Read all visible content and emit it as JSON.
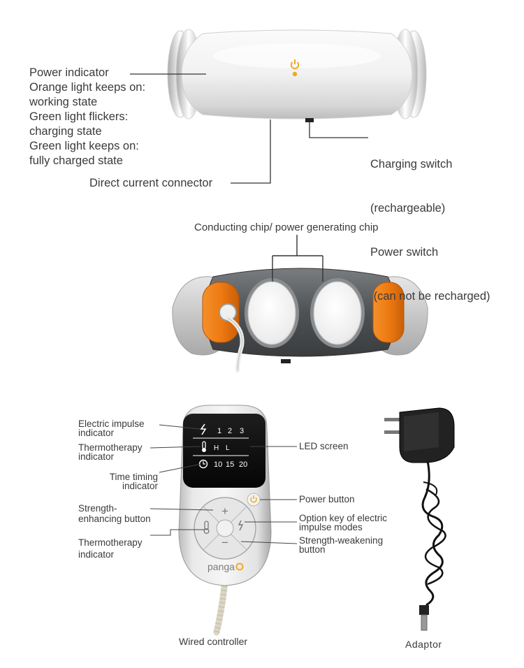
{
  "top_unit": {
    "power_indicator": {
      "lines": [
        "Power indicator",
        "Orange light keeps on:",
        "working state",
        "Green light flickers:",
        "charging state",
        "Green light keeps on:",
        "fully charged state"
      ]
    },
    "dc_connector_label": "Direct current connector",
    "switch_label": {
      "lines": [
        "Charging switch",
        "(rechargeable)",
        "Power switch",
        " (can not be recharged)"
      ]
    },
    "power_icon": "power-icon",
    "indicator_color": "#f5a623"
  },
  "middle_unit": {
    "chip_label": "Conducting chip/ power generating chip",
    "accent_color": "#ee7a12"
  },
  "controller": {
    "screen": {
      "row1": [
        "1",
        "2",
        "3"
      ],
      "row2": [
        "H",
        "L"
      ],
      "row3": [
        "10",
        "15",
        "20"
      ]
    },
    "left_labels": {
      "electric_impulse": [
        "Electric impulse",
        "indicator"
      ],
      "thermotherapy_screen": [
        "Thermotherapy",
        "indicator"
      ],
      "time_timing": [
        "Time timing",
        "indicator"
      ],
      "strength_enhancing": [
        "Strength-",
        "enhancing button"
      ],
      "thermotherapy_button": [
        "Thermotherapy",
        "indicator"
      ]
    },
    "right_labels": {
      "led_screen": "LED screen",
      "power_button": "Power button",
      "option_key": [
        "Option key of electric",
        "impulse modes"
      ],
      "strength_weakening": [
        "Strength-weakening",
        "button"
      ]
    },
    "buttons": {
      "plus": "+",
      "minus": "−"
    },
    "brand": "panga",
    "caption": "Wired controller"
  },
  "adaptor": {
    "caption": "Adaptor"
  }
}
